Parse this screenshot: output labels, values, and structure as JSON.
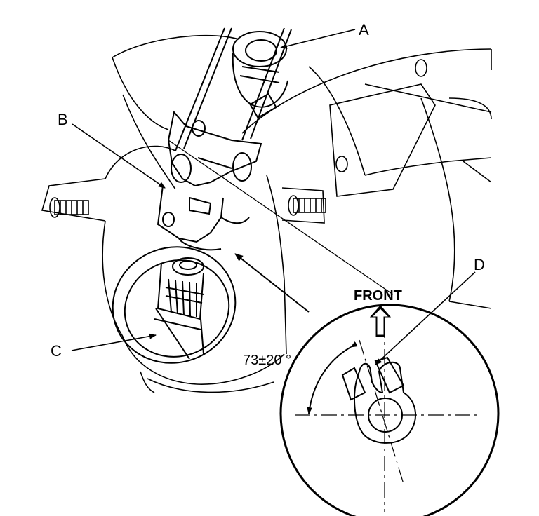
{
  "labels": {
    "a": "A",
    "b": "B",
    "c": "C",
    "d": "D",
    "front": "FRONT",
    "angle": "73±20 °"
  }
}
